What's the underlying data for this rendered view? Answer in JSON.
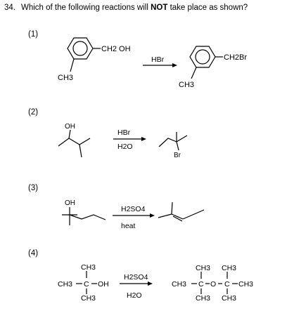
{
  "question": {
    "number": "34.",
    "text_before": "Which of the following reactions will ",
    "emphasis": "NOT",
    "text_after": " take place as shown?"
  },
  "options": [
    {
      "label": "(1)",
      "reactant": {
        "substituent": "CH2 OH",
        "ring_group": "CH3"
      },
      "reagent": "HBr",
      "product": {
        "substituent": "CH2Br",
        "ring_group": "CH3"
      }
    },
    {
      "label": "(2)",
      "reactant": {
        "group": "OH"
      },
      "reagent_top": "HBr",
      "reagent_bottom": "H2O",
      "product": {
        "group": "Br"
      }
    },
    {
      "label": "(3)",
      "reactant": {
        "group": "OH"
      },
      "reagent_top": "H2SO4",
      "reagent_bottom": "heat"
    },
    {
      "label": "(4)",
      "reactant": {
        "top": "CH3",
        "left": "CH3",
        "middle": "C",
        "right": "OH",
        "bottom": "CH3"
      },
      "reagent_top": "H2SO4",
      "reagent_bottom": "H2O",
      "product": {
        "top_left": "CH3",
        "top_right": "CH3",
        "left": "CH3",
        "c1": "C",
        "o": "O",
        "c2": "C",
        "right": "CH3",
        "bottom_left": "CH3",
        "bottom_right": "CH3"
      }
    }
  ]
}
